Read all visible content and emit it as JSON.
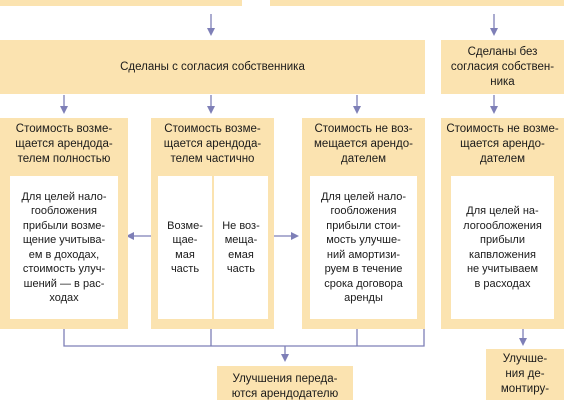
{
  "colors": {
    "panel": "#fbe3b0",
    "inner": "#ffffff",
    "connector": "#7e7fb7"
  },
  "top": {
    "agreed": "Сделаны с согласия собственника",
    "not_agreed": "Сделаны без\nсогласия собствен-\nника"
  },
  "columns": [
    {
      "heading": "Стоимость возме-\nщается арендода-\nтелем полностью",
      "body": "Для целей нало-\nгообложения\nприбыли возме-\nщение учитыва-\nем в доходах,\nстоимость улуч-\nшений — в рас-\nходах"
    },
    {
      "heading": "Стоимость возме-\nщается арендода-\nтелем частично",
      "left_part": "Возме-\nщае-\nмая\nчасть",
      "right_part": "Не воз-\nмеща-\nемая\nчасть"
    },
    {
      "heading": "Стоимость не воз-\nмещается арендо-\nдателем",
      "body": "Для целей нало-\nгообложения\nприбыли стои-\nмость улучше-\nний амортизи-\nруем в течение\nсрока договора\nаренды"
    },
    {
      "heading": "Стоимость не возме-\nщается арендо-\nдателем",
      "body": "Для целей на-\nлогообложения\nприбыли\nкапвложения\nне учитываем\nв расходах"
    }
  ],
  "bottom": {
    "transferred": "Улучшения переда-\nются арендодателю",
    "dismantled": "Улучше-\nния де-\nмонтиру-"
  }
}
